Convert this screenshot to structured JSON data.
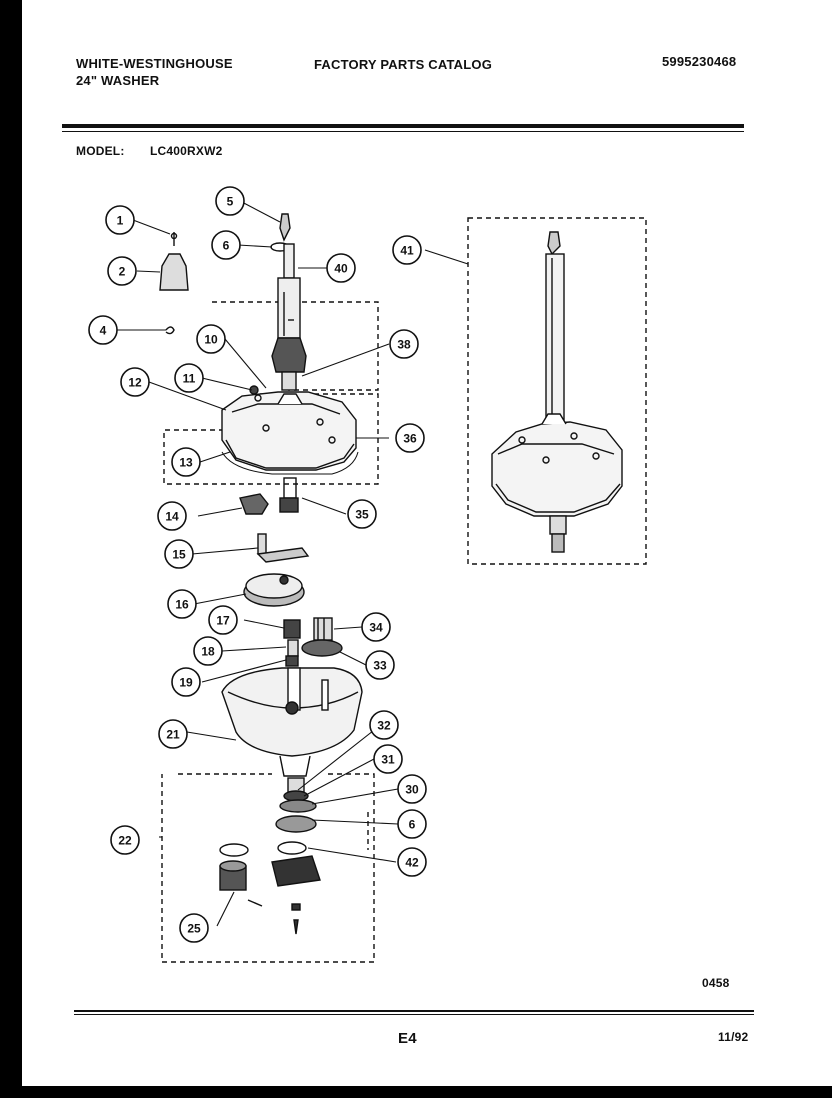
{
  "header": {
    "brand": "WHITE-WESTINGHOUSE",
    "product": "24\" WASHER",
    "catalog_title": "FACTORY PARTS CATALOG",
    "catalog_number": "5995230468",
    "model_label": "MODEL:",
    "model_number": "LC400RXW2"
  },
  "diagram": {
    "callouts": [
      "1",
      "2",
      "4",
      "5",
      "6",
      "40",
      "10",
      "38",
      "11",
      "12",
      "36",
      "13",
      "14",
      "35",
      "15",
      "16",
      "17",
      "34",
      "18",
      "33",
      "19",
      "21",
      "32",
      "31",
      "30",
      "6",
      "22",
      "42",
      "25",
      "41"
    ]
  },
  "footer": {
    "drawing_code": "0458",
    "page_code": "E4",
    "date": "11/92"
  }
}
